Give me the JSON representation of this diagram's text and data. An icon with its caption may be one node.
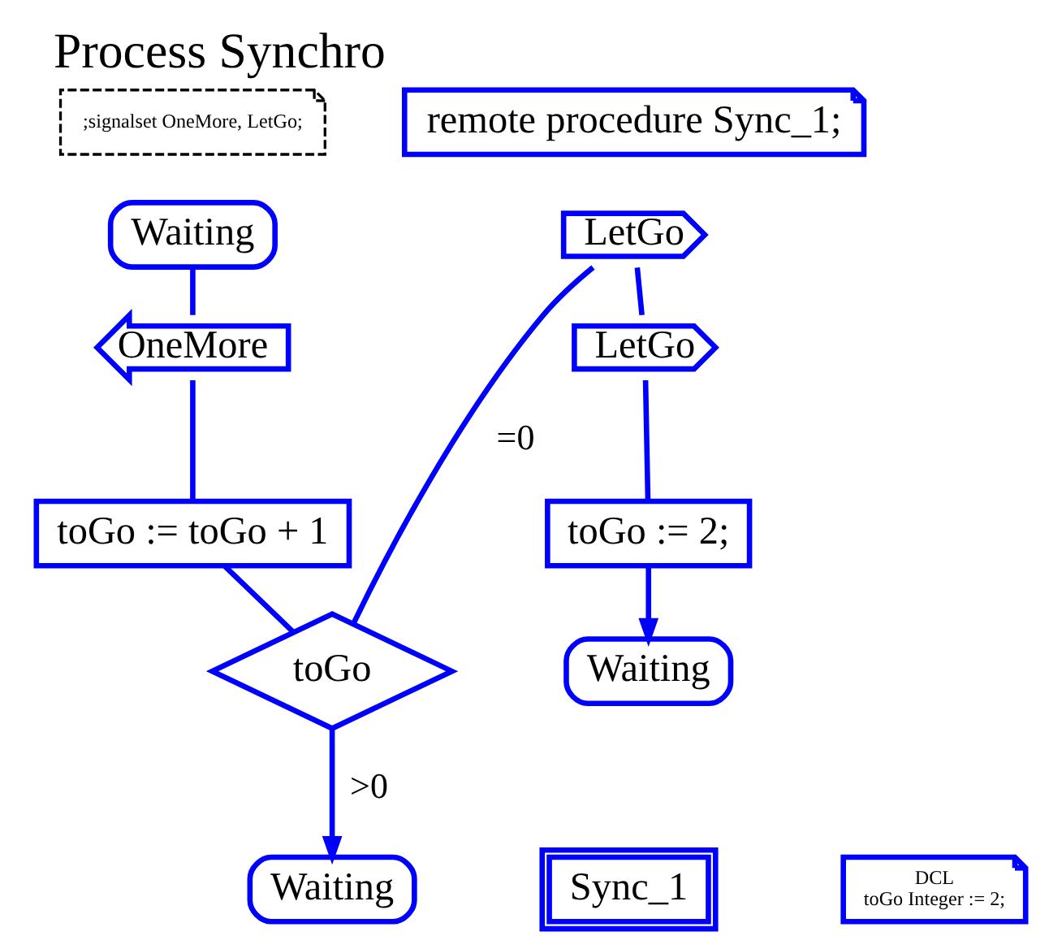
{
  "diagram": {
    "title": "Process Synchro",
    "nodes": [
      {
        "text": [
          ";signalset OneMore, LetGo;"
        ]
      },
      {
        "text": [
          "remote procedure Sync_1;"
        ]
      },
      {
        "text": [
          "Waiting"
        ]
      },
      {
        "text": [
          "OneMore"
        ]
      },
      {
        "text": [
          "toGo := toGo + 1"
        ]
      },
      {
        "text": [
          "toGo"
        ]
      },
      {
        "text": [
          "LetGo"
        ]
      },
      {
        "text": [
          "LetGo"
        ]
      },
      {
        "text": [
          "toGo := 2;"
        ]
      },
      {
        "text": [
          "Waiting"
        ]
      },
      {
        "text": [
          "Waiting"
        ]
      },
      {
        "text": [
          "Sync_1"
        ]
      },
      {
        "text": [
          "DCL",
          "toGo Integer := 2;"
        ]
      }
    ],
    "edges": [
      {
        "from": 2,
        "to": 3,
        "arrow": "none"
      },
      {
        "from": 3,
        "to": 4,
        "arrow": "none"
      },
      {
        "from": 4,
        "to": 5,
        "arrow": "none"
      },
      {
        "from": 5,
        "to": 10,
        "arrow": "to",
        "label": ">0"
      },
      {
        "from": 5,
        "to": 6,
        "arrow": "none",
        "label": "=0"
      },
      {
        "from": 6,
        "to": 7,
        "arrow": "none"
      },
      {
        "from": 7,
        "to": 8,
        "arrow": "none"
      },
      {
        "from": 8,
        "to": 9,
        "arrow": "to"
      }
    ]
  }
}
